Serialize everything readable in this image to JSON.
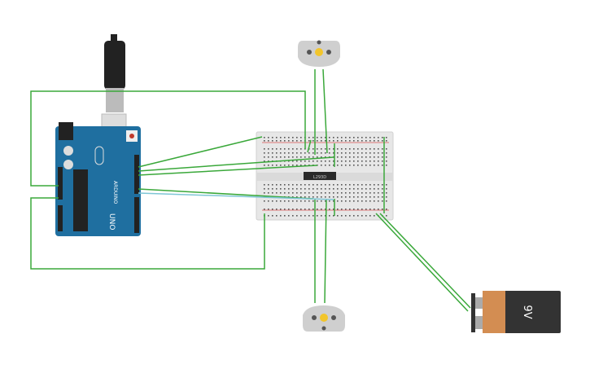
{
  "arduino": {
    "brand": "ARDUINO",
    "model": "UNO"
  },
  "driver_chip": {
    "label": "L293D"
  },
  "battery": {
    "label": "9V"
  },
  "colors": {
    "board": "#1f6fa0",
    "wire": "#3aa83a",
    "wire_signal": "#7fc6d6",
    "battery_body": "#333333",
    "battery_band": "#d38d52",
    "breadboard": "#e7e7e7",
    "motor": "#cfcfcf",
    "motor_shaft": "#f2c52b"
  }
}
